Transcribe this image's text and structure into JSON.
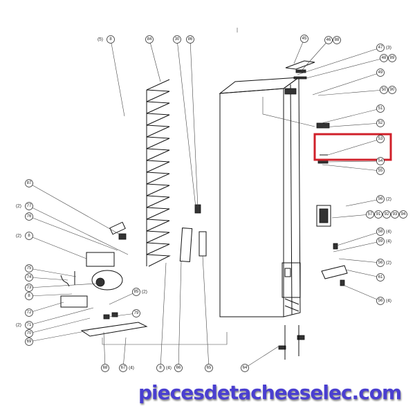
{
  "diagram": {
    "highlight_color": "#d0202a",
    "callouts_top": [
      {
        "id": "8",
        "qty": "(5)"
      },
      {
        "id": "84",
        "qty": ""
      },
      {
        "id": "30",
        "qty": ""
      },
      {
        "id": "86",
        "qty": ""
      }
    ],
    "callouts_right": [
      {
        "id": "45",
        "qty": ""
      },
      {
        "id": "46 88",
        "qty": ""
      },
      {
        "id": "47",
        "qty": "(3)"
      },
      {
        "id": "48 89",
        "qty": ""
      },
      {
        "id": "49",
        "qty": ""
      },
      {
        "id": "50 90",
        "qty": ""
      },
      {
        "id": "51",
        "qty": ""
      },
      {
        "id": "52",
        "qty": ""
      },
      {
        "id": "53",
        "qty": ""
      },
      {
        "id": "54",
        "qty": ""
      },
      {
        "id": "55",
        "qty": ""
      },
      {
        "id": "56",
        "qty": "(2)"
      },
      {
        "id": "57 91 92 93 94",
        "qty": ""
      },
      {
        "id": "58",
        "qty": "(4)"
      },
      {
        "id": "59",
        "qty": "(4)"
      },
      {
        "id": "56",
        "qty": "(2)"
      },
      {
        "id": "61",
        "qty": ""
      },
      {
        "id": "56",
        "qty": "(4)"
      }
    ],
    "callouts_left": [
      {
        "id": "87",
        "qty": ""
      },
      {
        "id": "77",
        "qty": "(2)"
      },
      {
        "id": "76",
        "qty": ""
      },
      {
        "id": "8",
        "qty": "(2)"
      },
      {
        "id": "75",
        "qty": ""
      },
      {
        "id": "74",
        "qty": ""
      },
      {
        "id": "73",
        "qty": ""
      },
      {
        "id": "8",
        "qty": ""
      },
      {
        "id": "72",
        "qty": ""
      },
      {
        "id": "71",
        "qty": "(2)"
      },
      {
        "id": "70",
        "qty": ""
      },
      {
        "id": "69",
        "qty": ""
      },
      {
        "id": "85",
        "qty": "(2)"
      },
      {
        "id": "79",
        "qty": ""
      }
    ],
    "callouts_bottom": [
      {
        "id": "68",
        "qty": ""
      },
      {
        "id": "67",
        "qty": "(4)"
      },
      {
        "id": "8",
        "qty": "(4)"
      },
      {
        "id": "66",
        "qty": ""
      },
      {
        "id": "65",
        "qty": ""
      },
      {
        "id": "64",
        "qty": ""
      }
    ]
  },
  "watermark": "piecesdetacheeselec.com"
}
